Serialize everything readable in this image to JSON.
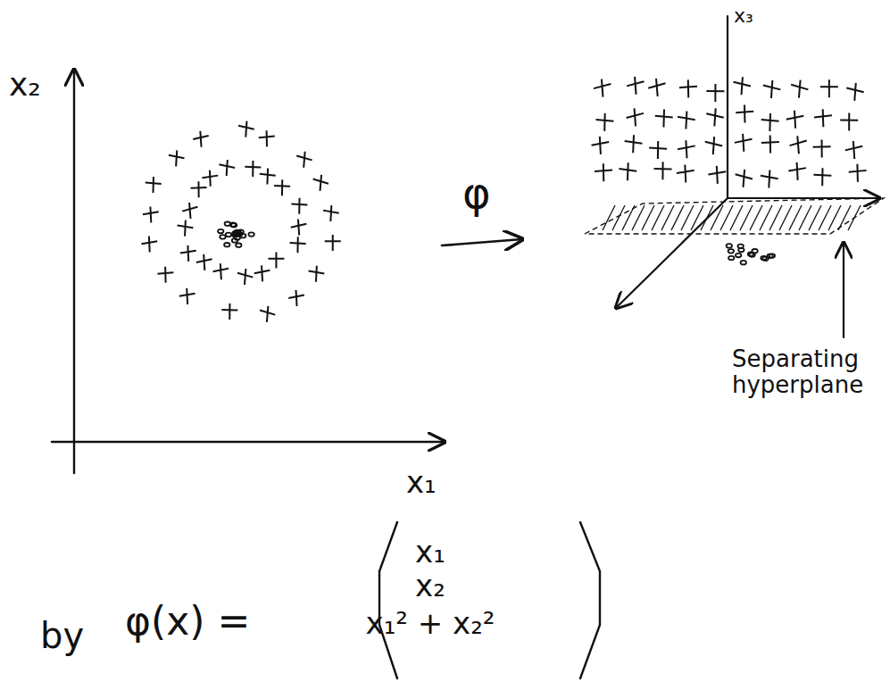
{
  "diagram": {
    "labels": [
      "x₂",
      "x₁",
      "φ",
      "x₃",
      "Separating hyperplane",
      "by",
      "φ(x) =",
      "x₁",
      "x₂",
      "x₁² + x₂²"
    ]
  }
}
